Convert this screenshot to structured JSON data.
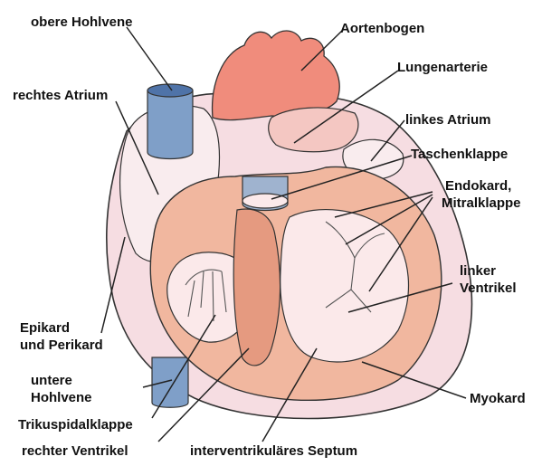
{
  "labels": {
    "superior_vena_cava": "obere Hohlvene",
    "right_atrium": "rechtes Atrium",
    "aortic_arch": "Aortenbogen",
    "pulmonary_artery": "Lungenarterie",
    "left_atrium": "linkes Atrium",
    "pocket_valve": "Taschenklappe",
    "endocardium_line1": "Endokard,",
    "endocardium_line2": "Mitralklappe",
    "left_ventricle_line1": "linker",
    "left_ventricle_line2": "Ventrikel",
    "epicardium_line1": "Epikard",
    "epicardium_line2": "und Perikard",
    "inferior_vena_cava_line1": "untere",
    "inferior_vena_cava_line2": "Hohlvene",
    "myocardium": "Myokard",
    "tricuspid_valve": "Trikuspidalklappe",
    "right_ventricle": "rechter Ventrikel",
    "septum": "interventrikuläres Septum"
  },
  "colors": {
    "pericardium": "#f6dde2",
    "myocardium": "#f1b79f",
    "myocardium_dark": "#e59a80",
    "aorta": "#f08c7c",
    "vein_blue": "#7f9fc8",
    "vein_blue_dark": "#4f73a8",
    "cavity": "#fbe9ea",
    "valve": "#e8d6d2",
    "outline": "#333333",
    "leader": "#222222"
  }
}
